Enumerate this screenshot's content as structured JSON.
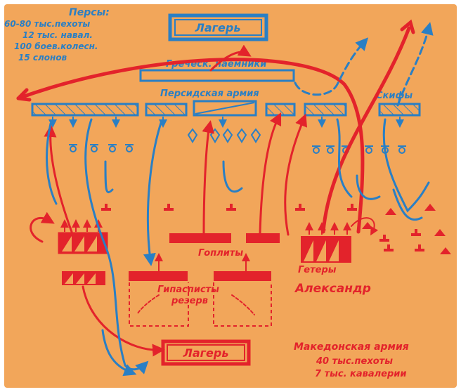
{
  "colors": {
    "background": "#f2a65a",
    "persian": "#2a7fc4",
    "macedonian": "#e3232b",
    "frame": "#ffffff"
  },
  "persians": {
    "title": "Персы:",
    "infantry": "60-80 тыс.пехоты",
    "cavalry": "12 тыс. навал.",
    "chariots": "100 боев.колесн.",
    "elephants": "15 слонов"
  },
  "labels": {
    "persian_camp": "Лагерь",
    "greek_mercenaries": "Греческ. наемники",
    "persian_army": "Персидская армия",
    "scythians": "Скифы",
    "hoplites": "Гоплиты",
    "hetairoi": "Гетеры",
    "alexander": "Александр",
    "hypaspists": "Гипасписты",
    "reserve": "резерв",
    "macedonian_camp": "Лагерь"
  },
  "macedonians": {
    "title": "Македонская армия",
    "infantry": "40 тыс.пехоты",
    "cavalry": "7 тыс. кавалерии"
  }
}
